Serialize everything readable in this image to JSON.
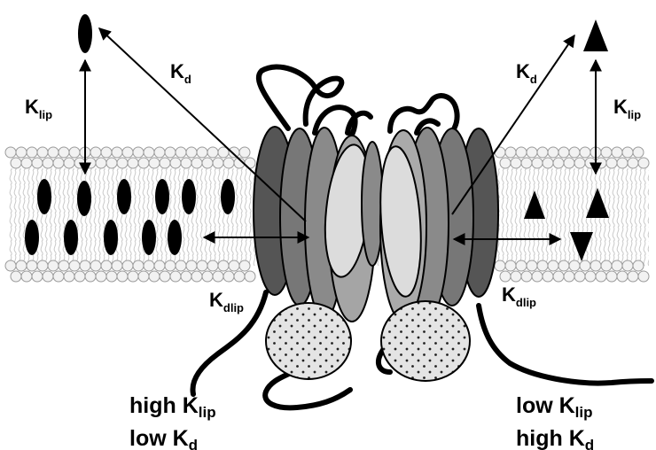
{
  "labels": {
    "k_sym": "K",
    "sub_d": "d",
    "sub_lip": "lip",
    "sub_dlip": "dlip"
  },
  "captions": {
    "left_line1": "high K",
    "left_line1_sub": "lip",
    "left_line2": "low K",
    "left_line2_sub": "d",
    "right_line1": "low K",
    "right_line1_sub": "lip",
    "right_line2": "high K",
    "right_line2_sub": "d"
  },
  "colors": {
    "background": "#ffffff",
    "ink": "#000000",
    "helix_dark": "#555555",
    "helix_mid": "#8a8a8a",
    "helix_light": "#b5b5b5",
    "helix_lightest": "#dcdcdc",
    "lipid_head": "#f2f2f2",
    "domain_fill": "#e4e4e4"
  },
  "icons": {
    "left_ligand": "ellipse-ligand-icon",
    "right_ligand": "triangle-ligand-icon"
  }
}
